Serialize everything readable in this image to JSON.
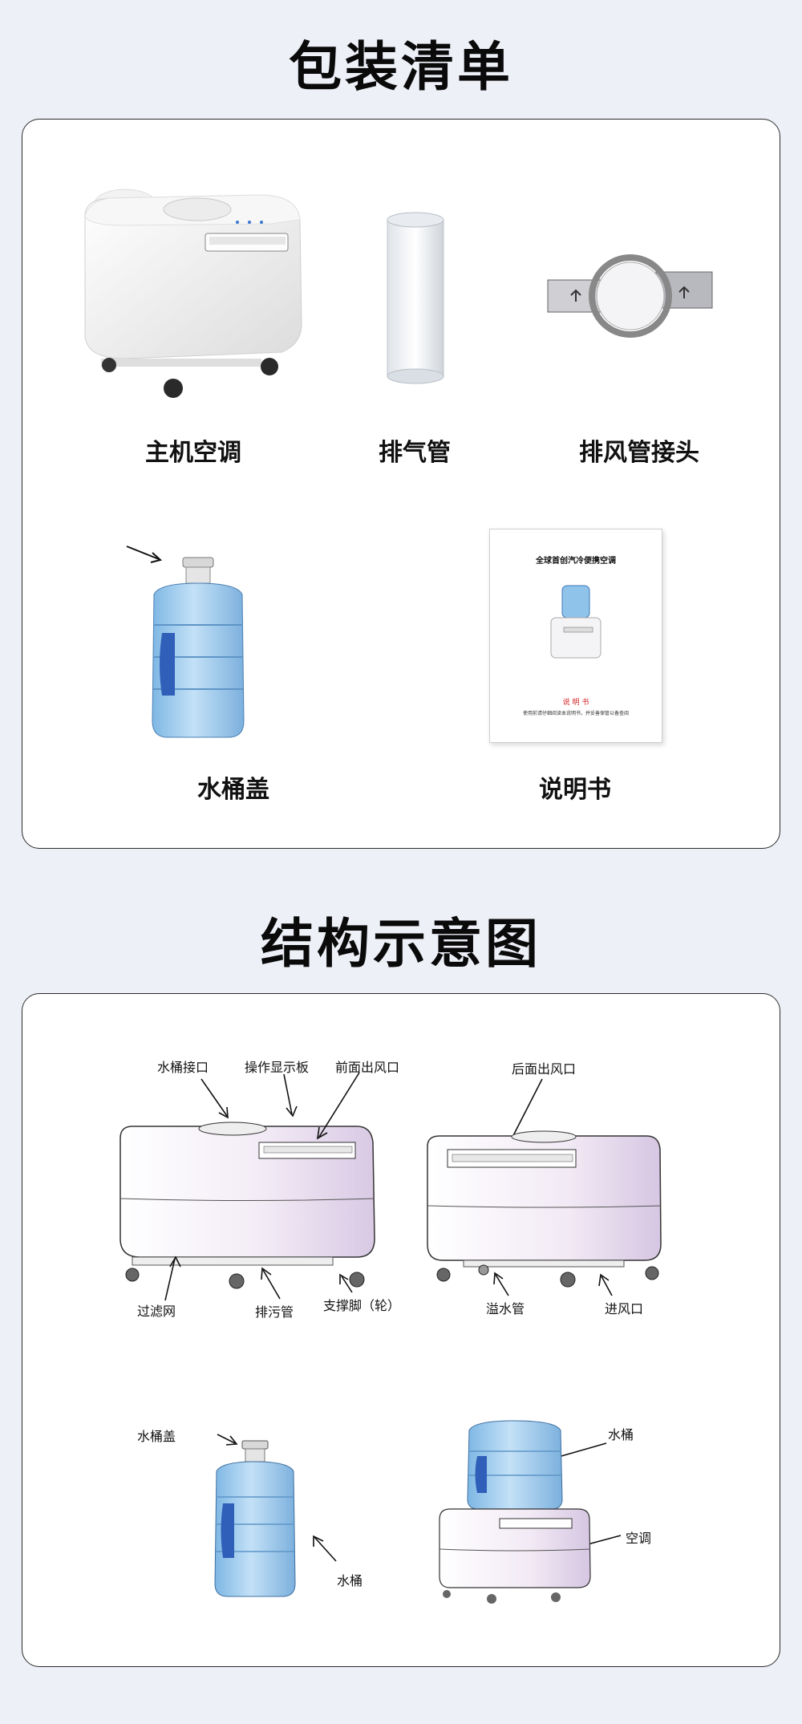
{
  "packing": {
    "title": "包装清单",
    "items": [
      {
        "label": "主机空调"
      },
      {
        "label": "排气管"
      },
      {
        "label": "排风管接头"
      },
      {
        "label": "水桶盖"
      },
      {
        "label": "说明书"
      }
    ],
    "manual": {
      "cover_title": "全球首创汽冷便携空调",
      "cover_subtitle": "说 明 书",
      "cover_note": "使用前请仔细阅读本说明书，并妥善保管以备查阅"
    }
  },
  "structure": {
    "title": "结构示意图",
    "front_view": {
      "labels": [
        "水桶接口",
        "操作显示板",
        "前面出风口",
        "过滤网",
        "排污管",
        "支撑脚（轮）"
      ]
    },
    "back_view": {
      "labels": [
        "后面出风口",
        "溢水管",
        "进风口"
      ]
    },
    "bucket_view": {
      "labels": [
        "水桶盖",
        "水桶"
      ]
    },
    "assembled_view": {
      "labels": [
        "水桶",
        "空调"
      ]
    }
  },
  "colors": {
    "background": "#eef0f8",
    "card_border": "#2b2b2b",
    "bucket_blue": "#8ec3ea",
    "bucket_dark": "#2f5fb8",
    "unit_pink": "#e7d9ee",
    "manual_red": "#d22222"
  }
}
